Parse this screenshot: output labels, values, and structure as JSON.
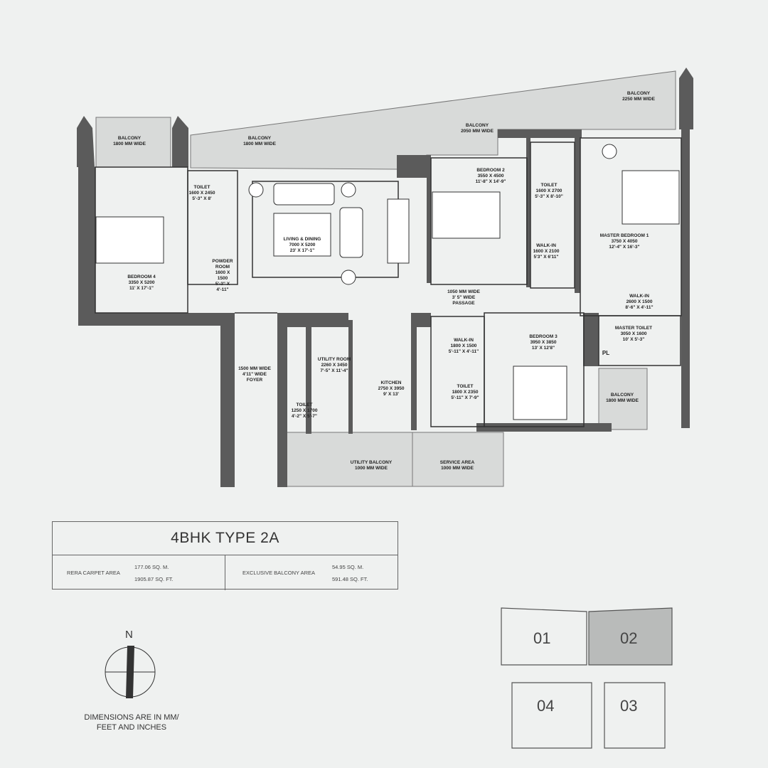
{
  "rooms": {
    "balcony_left": {
      "name": "BALCONY",
      "size": "1800 MM WIDE"
    },
    "balcony_center": {
      "name": "BALCONY",
      "size": "1800 MM WIDE"
    },
    "balcony_mid": {
      "name": "BALCONY",
      "size": "2050 MM WIDE"
    },
    "balcony_top_right": {
      "name": "BALCONY",
      "size": "2250 MM WIDE"
    },
    "toilet_1": {
      "name": "TOILET",
      "mm": "1600 X 2450",
      "ft": "5'-3\" X 8'"
    },
    "powder_room": {
      "name": "POWDER ROOM",
      "mm": "1600 X 1500",
      "ft": "5'-3\" X 4'-11\""
    },
    "bedroom_4": {
      "name": "BEDROOM 4",
      "mm": "3350 X 5200",
      "ft": "11' X 17'-1\""
    },
    "living_dining": {
      "name": "LIVING & DINING",
      "mm": "7000 X 5200",
      "ft": "23' X 17'-1\""
    },
    "bedroom_2": {
      "name": "BEDROOM 2",
      "mm": "3550 X 4500",
      "ft": "11'-8\" X 14'-9\""
    },
    "toilet_2": {
      "name": "TOILET",
      "mm": "1600 X 2700",
      "ft": "5'-3\" X 8'-10\""
    },
    "walkin_2": {
      "name": "WALK-IN",
      "mm": "1600 X 2100",
      "ft": "5'3\" X 6'11\""
    },
    "master_bedroom": {
      "name": "MASTER BEDROOM 1",
      "mm": "3750 X 4050",
      "ft": "12'-4\" X 16'-3\""
    },
    "walkin_master": {
      "name": "WALK-IN",
      "mm": "2600 X 1500",
      "ft": "8'-6\" X 4'-11\""
    },
    "passage": {
      "name": "1050 MM WIDE",
      "mm": "3' 5\" WIDE",
      "ft": "PASSAGE"
    },
    "foyer": {
      "name": "1500 MM WIDE",
      "mm": "4'11\" WIDE",
      "ft": "FOYER"
    },
    "utility_room": {
      "name": "UTILITY ROOM",
      "mm": "2260 X 3450",
      "ft": "7'-5\" X 11'-4\""
    },
    "toilet_utility": {
      "name": "TOILET",
      "mm": "1250 X 1700",
      "ft": "4'-2\" X 5'-7\""
    },
    "kitchen": {
      "name": "KITCHEN",
      "mm": "2750 X 3950",
      "ft": "9' X 13'"
    },
    "walkin_3": {
      "name": "WALK-IN",
      "mm": "1800 X 1500",
      "ft": "5'-11\" X 4'-11\""
    },
    "toilet_3": {
      "name": "TOILET",
      "mm": "1800 X 2350",
      "ft": "5'-11\" X 7'-9\""
    },
    "bedroom_3": {
      "name": "BEDROOM 3",
      "mm": "3950 X 3850",
      "ft": "13' X 12'8\""
    },
    "master_toilet": {
      "name": "MASTER TOILET",
      "mm": "3050 X 1600",
      "ft": "10' X 5'-3\""
    },
    "pl": {
      "name": "PL"
    },
    "balcony_bedroom3": {
      "name": "BALCONY",
      "size": "1800 MM WIDE"
    },
    "utility_balcony": {
      "name": "UTILITY BALCONY",
      "size": "1000 MM WIDE"
    },
    "service_area": {
      "name": "SERVICE AREA",
      "size": "1000 MM WIDE"
    }
  },
  "legend": {
    "title": "4BHK TYPE 2A",
    "rera_label": "RERA CARPET AREA",
    "rera_sqm": "177.06 SQ. M.",
    "rera_sqft": "1905.87 SQ. FT.",
    "balcony_label": "EXCLUSIVE BALCONY AREA",
    "balcony_sqm": "54.95 SQ. M.",
    "balcony_sqft": "591.48 SQ. FT."
  },
  "compass": {
    "north": "N"
  },
  "note": "DIMENSIONS ARE IN MM/ FEET AND INCHES",
  "key_plan": {
    "units": [
      "01",
      "02",
      "04",
      "03"
    ],
    "highlighted": "02",
    "highlight_color": "#b9bbba"
  },
  "colors": {
    "wall": "#5b5b5b",
    "balcony": "#d8dad9",
    "background": "#eff1f0"
  }
}
